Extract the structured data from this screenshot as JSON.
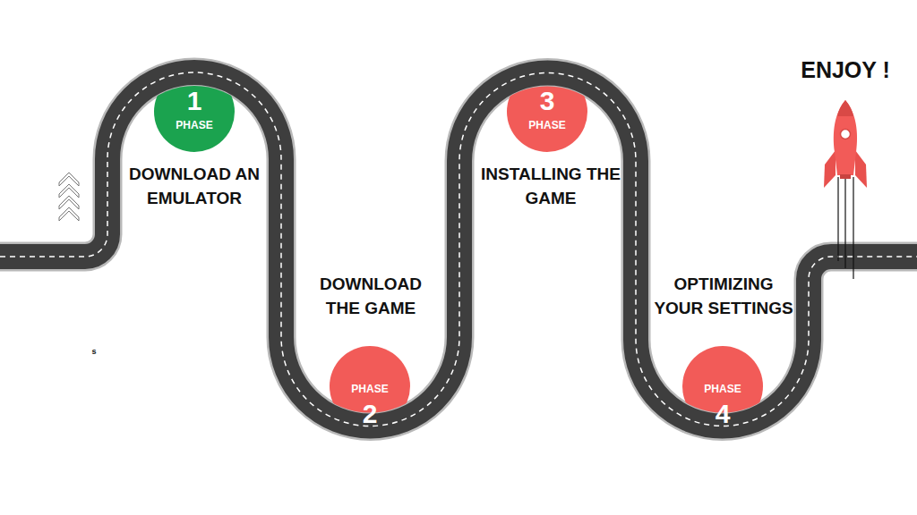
{
  "diagram": {
    "nodes": [
      {
        "text": [
          "1",
          "PHASE"
        ]
      },
      {
        "text": [
          "PHASE",
          "2"
        ]
      },
      {
        "text": [
          "3",
          "PHASE"
        ]
      },
      {
        "text": [
          "PHASE",
          "4"
        ]
      }
    ],
    "labels": [
      "DOWNLOAD AN EMULATOR",
      "DOWNLOAD THE GAME",
      "INSTALLING THE GAME",
      "OPTIMIZING YOUR SETTINGS",
      "ENJOY !",
      "s"
    ]
  }
}
